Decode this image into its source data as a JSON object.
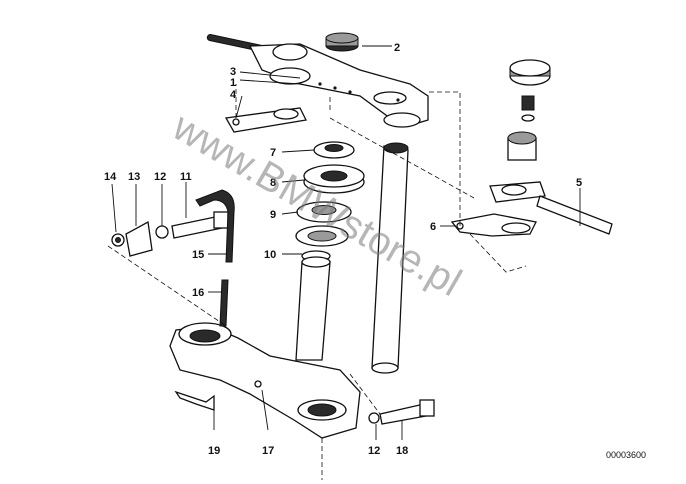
{
  "diagram": {
    "labels": {
      "p1": "1",
      "p2": "2",
      "p3": "3",
      "p4": "4",
      "p5": "5",
      "p6": "6",
      "p7": "7",
      "p8": "8",
      "p9": "9",
      "p10": "10",
      "p11": "11",
      "p12a": "12",
      "p12b": "12",
      "p13": "13",
      "p14": "14",
      "p15": "15",
      "p16": "16",
      "p17": "17",
      "p18": "18",
      "p19": "19"
    },
    "watermark": "www.BMWstore.pl",
    "reference_number": "00003600"
  }
}
